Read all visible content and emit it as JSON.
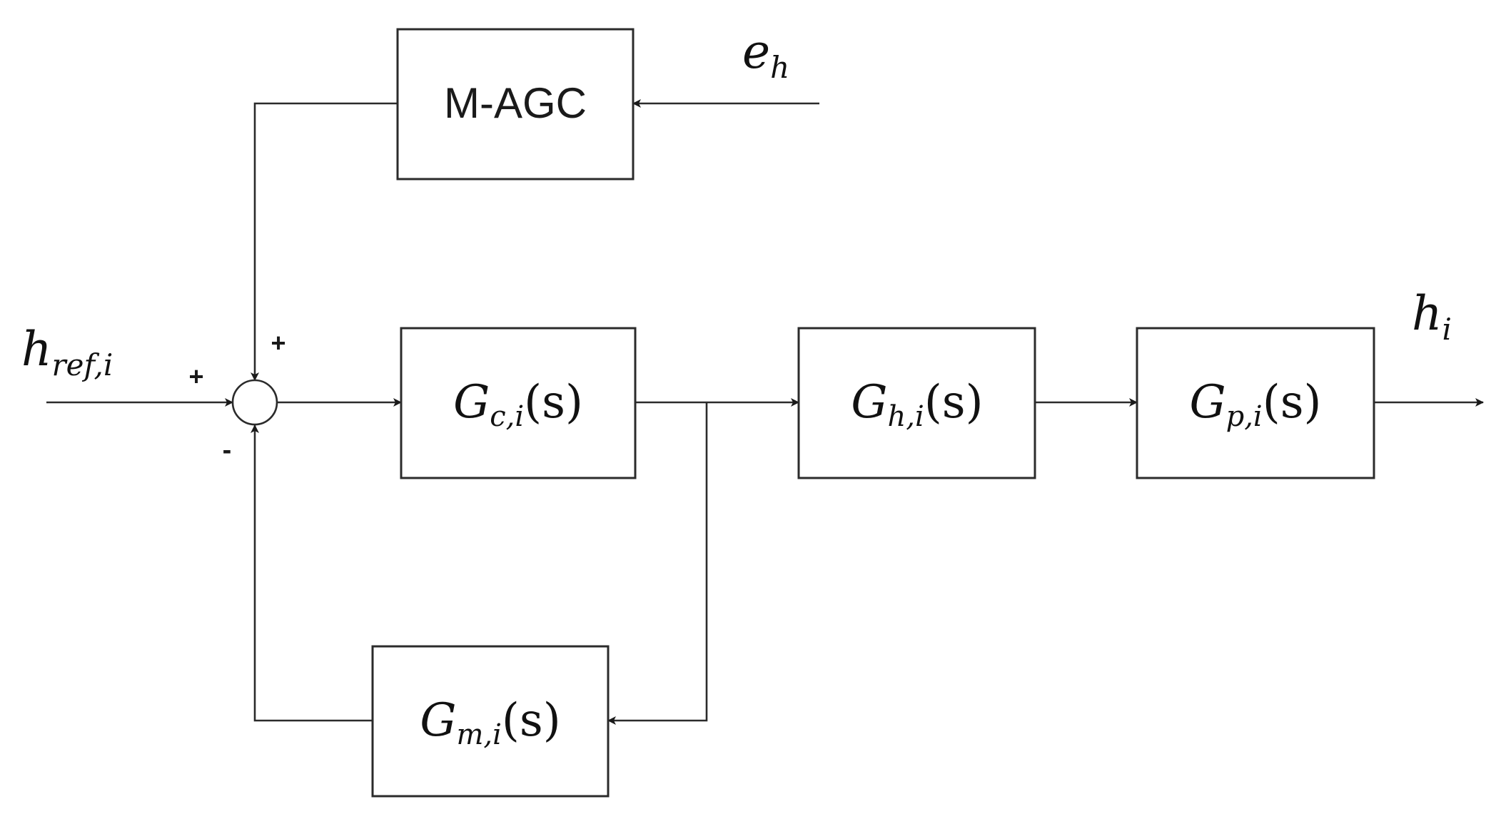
{
  "blocks": {
    "magc": {
      "label": "M-AGC"
    },
    "gc": {
      "symbol": "G",
      "subscript": "c,i",
      "argument": "(s)"
    },
    "gh": {
      "symbol": "G",
      "subscript": "h,i",
      "argument": "(s)"
    },
    "gp": {
      "symbol": "G",
      "subscript": "p,i",
      "argument": "(s)"
    },
    "gm": {
      "symbol": "G",
      "subscript": "m,i",
      "argument": "(s)"
    }
  },
  "signals": {
    "input": {
      "symbol": "h",
      "subscript": "ref,i"
    },
    "disturbance": {
      "symbol": "e",
      "subscript": "h"
    },
    "output": {
      "symbol": "h",
      "subscript": "i"
    }
  },
  "summing_junction": {
    "sign_reference": "+",
    "sign_agc": "+",
    "sign_feedback": "-"
  }
}
